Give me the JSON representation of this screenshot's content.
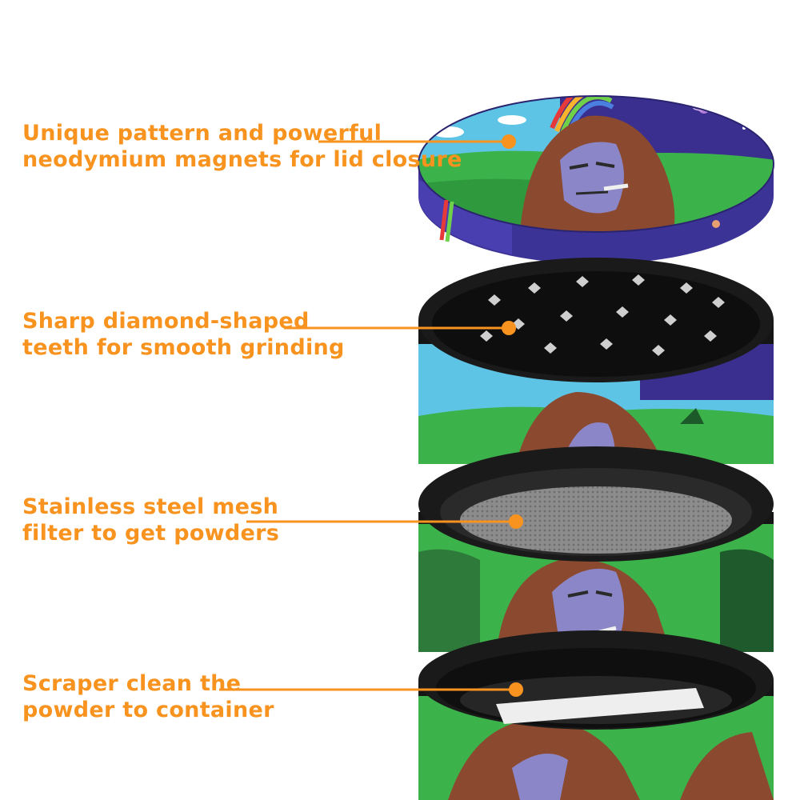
{
  "colors": {
    "callout_text": "#f7931e",
    "callout_line": "#f7931e",
    "background": "#ffffff",
    "body_metal": "#151515",
    "sky": "#5ec4e6",
    "night_sky": "#3a2f8f",
    "grass": "#3cb34a",
    "fur": "#8b4a2f",
    "face": "#8b86c8",
    "mesh": "#8a8a8a"
  },
  "callouts": [
    {
      "line1": "Unique pattern and powerful",
      "line2": "neodymium magnets for lid closure"
    },
    {
      "line1": "Sharp diamond-shaped",
      "line2": "teeth for smooth grinding"
    },
    {
      "line1": "Stainless steel mesh",
      "line2": "filter to get powders"
    },
    {
      "line1": "Scraper clean the",
      "line2": "powder to container"
    }
  ],
  "icons": {
    "callout_marker": "dot-marker-icon"
  }
}
